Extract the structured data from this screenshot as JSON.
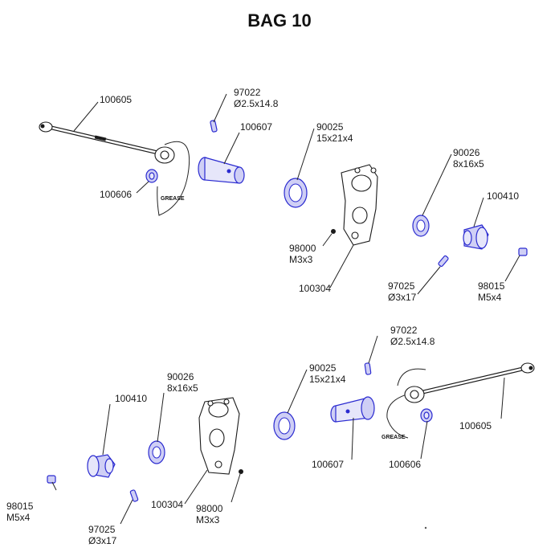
{
  "title": "BAG 10",
  "colors": {
    "part_highlight": "#2a2ad0",
    "part_fill": "#cfcff5",
    "line": "#1a1a1a"
  },
  "labels": {
    "top": {
      "p100605": "100605",
      "p97022_code": "97022",
      "p97022_size": "Ø2.5x14.8",
      "p100607": "100607",
      "p100606": "100606",
      "grease": "GREASE",
      "p90025_code": "90025",
      "p90025_size": "15x21x4",
      "p90026_code": "90026",
      "p90026_size": "8x16x5",
      "p100410": "100410",
      "p98000_code": "98000",
      "p98000_size": "M3x3",
      "p100304": "100304",
      "p97025_code": "97025",
      "p97025_size": "Ø3x17",
      "p98015_code": "98015",
      "p98015_size": "M5x4"
    },
    "bottom": {
      "p97022_code": "97022",
      "p97022_size": "Ø2.5x14.8",
      "p90025_code": "90025",
      "p90025_size": "15x21x4",
      "p90026_code": "90026",
      "p90026_size": "8x16x5",
      "p100410": "100410",
      "p100605": "100605",
      "grease": "GREASE",
      "p100607": "100607",
      "p100606": "100606",
      "p98015_code": "98015",
      "p98015_size": "M5x4",
      "p100304": "100304",
      "p98000_code": "98000",
      "p98000_size": "M3x3",
      "p97025_code": "97025",
      "p97025_size": "Ø3x17"
    }
  }
}
